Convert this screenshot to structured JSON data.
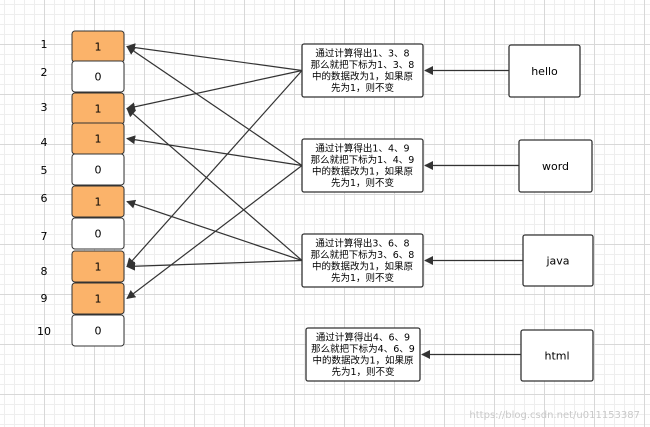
{
  "colors": {
    "filled": "#fbb36a",
    "empty": "#ffffff",
    "line": "#333333"
  },
  "bits": [
    {
      "index": "1",
      "value": "1",
      "filled": true
    },
    {
      "index": "2",
      "value": "0",
      "filled": false
    },
    {
      "index": "3",
      "value": "1",
      "filled": true
    },
    {
      "index": "4",
      "value": "1",
      "filled": true
    },
    {
      "index": "5",
      "value": "0",
      "filled": false
    },
    {
      "index": "6",
      "value": "1",
      "filled": true
    },
    {
      "index": "7",
      "value": "0",
      "filled": false
    },
    {
      "index": "8",
      "value": "1",
      "filled": true
    },
    {
      "index": "9",
      "value": "1",
      "filled": true
    },
    {
      "index": "10",
      "value": "0",
      "filled": false
    }
  ],
  "items": [
    {
      "word": "hello",
      "lines": [
        "通过计算得出1、3、8",
        "那么就把下标为1、3、8",
        "中的数据改为1，如果原",
        "先为1，则不变"
      ],
      "targets": [
        1,
        3,
        8
      ]
    },
    {
      "word": "word",
      "lines": [
        "通过计算得出1、4、9",
        "那么就把下标为1、4、9",
        "中的数据改为1，如果原",
        "先为1，则不变"
      ],
      "targets": [
        1,
        4,
        9
      ]
    },
    {
      "word": "java",
      "lines": [
        "通过计算得出3、6、8",
        "那么就把下标为3、6、8",
        "中的数据改为1，如果原",
        "先为1，则不变"
      ],
      "targets": [
        3,
        6,
        8
      ]
    },
    {
      "word": "html",
      "lines": [
        "通过计算得出4、6、9",
        "那么就把下标为4、6、9",
        "中的数据改为1，如果原",
        "先为1，则不变"
      ],
      "targets": []
    }
  ],
  "watermark": "https://blog.csdn.net/u011153387"
}
